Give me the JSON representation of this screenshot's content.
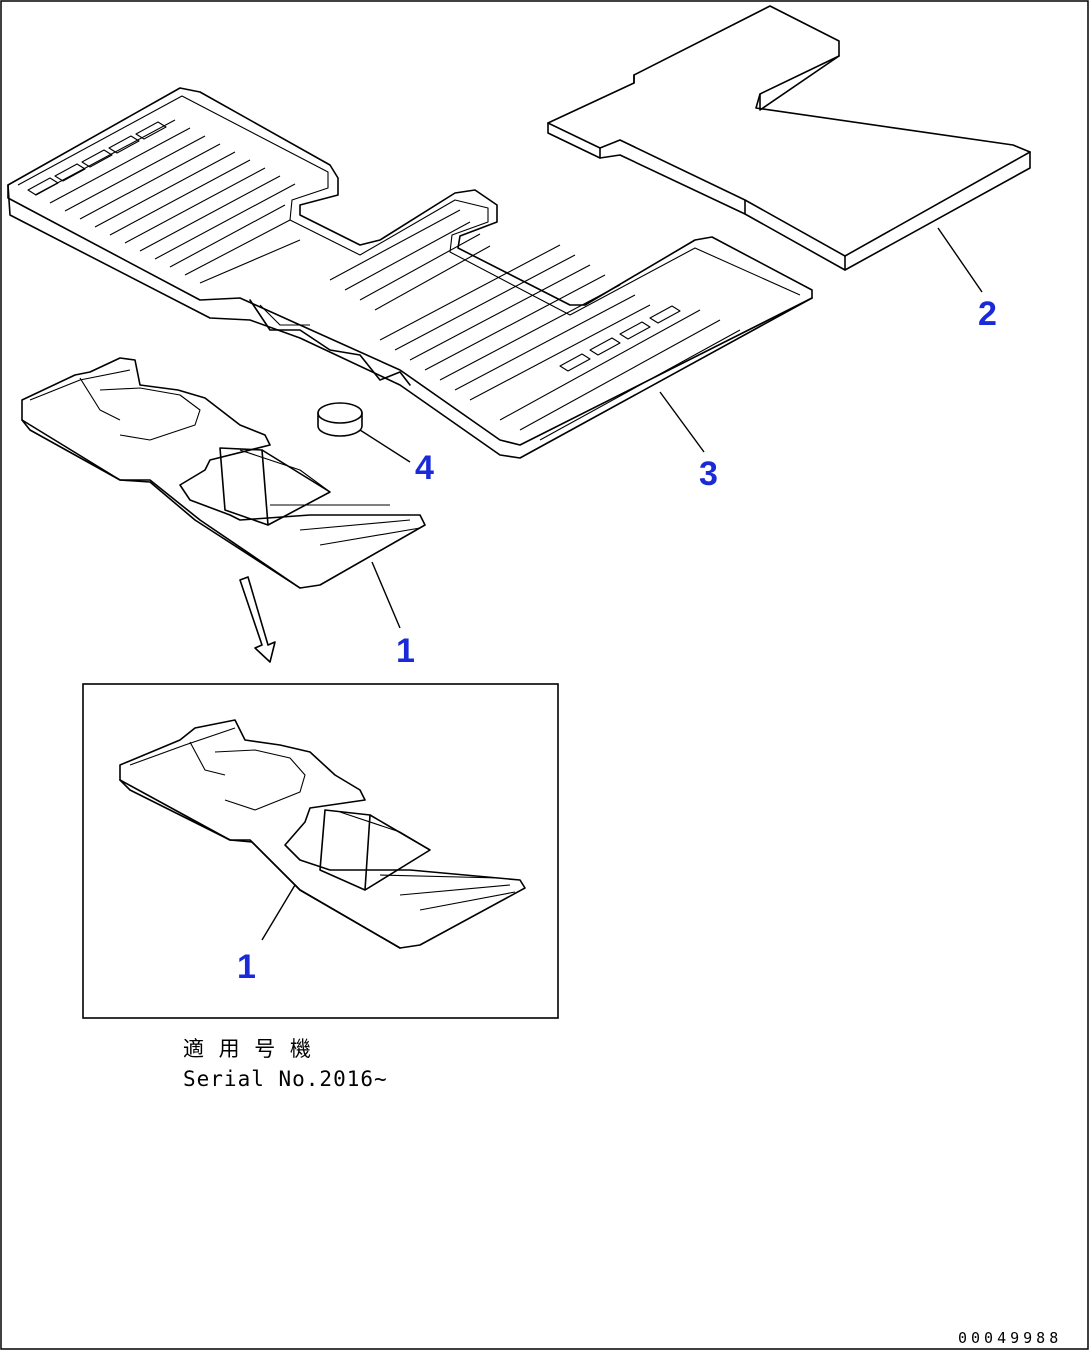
{
  "callouts": {
    "part_1_top": "1",
    "part_2": "2",
    "part_3": "3",
    "part_4": "4",
    "part_1_inset": "1"
  },
  "note": {
    "applicable_serial_jp": "適 用 号 機",
    "serial_no": "Serial No.2016~"
  },
  "document_id": "00049988"
}
